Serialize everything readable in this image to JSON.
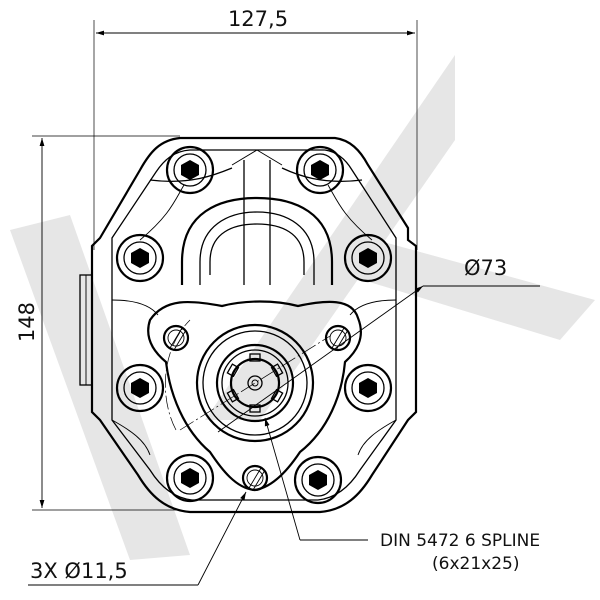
{
  "dimensions": {
    "width": "127,5",
    "height": "148",
    "pilot_diameter": "Ø73",
    "holes": "3X Ø11,5"
  },
  "callout": {
    "shaft_line1": "DIN 5472 6 SPLINE",
    "shaft_line2": "(6x21x25)"
  },
  "watermark": {
    "color": "#e6e6e6"
  },
  "icons": [
    "pump-body",
    "bolt-heads",
    "mounting-flange",
    "splined-shaft"
  ]
}
